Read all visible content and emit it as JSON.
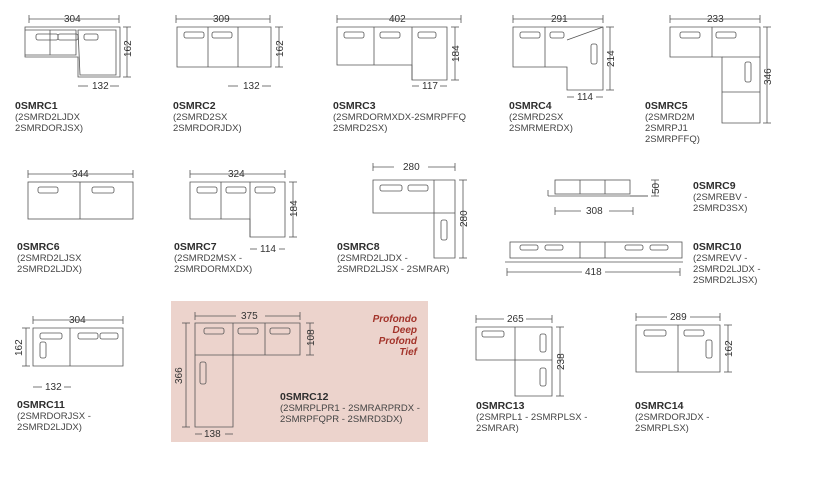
{
  "highlight_note": [
    "Profondo",
    "Deep",
    "Profond",
    "Tief"
  ],
  "items": [
    {
      "code": "0SMRC1",
      "parts": [
        "(2SMRD2LJDX",
        "2SMRDORJSX)"
      ],
      "dims": [
        "304",
        "162",
        "132"
      ]
    },
    {
      "code": "0SMRC2",
      "parts": [
        "(2SMRD2SX",
        "2SMRDORJDX)"
      ],
      "dims": [
        "309",
        "162",
        "132"
      ]
    },
    {
      "code": "0SMRC3",
      "parts": [
        "(2SMRDORMXDX-2SMRPFFQ",
        "2SMRD2SX)"
      ],
      "dims": [
        "402",
        "184",
        "117"
      ]
    },
    {
      "code": "0SMRC4",
      "parts": [
        "(2SMRD2SX",
        "2SMRMERDX)"
      ],
      "dims": [
        "291",
        "214",
        "114"
      ]
    },
    {
      "code": "0SMRC5",
      "parts": [
        "(2SMRD2M",
        "2SMRPJ1",
        "2SMRPFFQ)"
      ],
      "dims": [
        "233",
        "346"
      ]
    },
    {
      "code": "0SMRC6",
      "parts": [
        "(2SMRD2LJSX",
        "2SMRD2LJDX)"
      ],
      "dims": [
        "344"
      ]
    },
    {
      "code": "0SMRC7",
      "parts": [
        "(2SMRD2MSX -",
        "2SMRDORMXDX)"
      ],
      "dims": [
        "324",
        "184",
        "114"
      ]
    },
    {
      "code": "0SMRC8",
      "parts": [
        "(2SMRD2LJDX -",
        "2SMRD2LJSX - 2SMRAR)"
      ],
      "dims": [
        "280",
        "280"
      ]
    },
    {
      "code": "0SMRC9",
      "parts": [
        "(2SMREBV -",
        "2SMRD3SX)"
      ],
      "dims": [
        "308",
        "50"
      ]
    },
    {
      "code": "0SMRC10",
      "parts": [
        "(2SMREVV -",
        "2SMRD2LJDX -",
        "2SMRD2LJSX)"
      ],
      "dims": [
        "418"
      ]
    },
    {
      "code": "0SMRC11",
      "parts": [
        "(2SMRDORJSX -",
        "2SMRD2LJDX)"
      ],
      "dims": [
        "304",
        "162",
        "132"
      ]
    },
    {
      "code": "0SMRC12",
      "parts": [
        "(2SMRPLPR1 - 2SMRARPRDX -",
        "2SMRPFQPR - 2SMRD3DX)"
      ],
      "dims": [
        "375",
        "108",
        "366",
        "138"
      ]
    },
    {
      "code": "0SMRC13",
      "parts": [
        "(2SMRPL1 - 2SMRPLSX -",
        "2SMRAR)"
      ],
      "dims": [
        "265",
        "238"
      ]
    },
    {
      "code": "0SMRC14",
      "parts": [
        "(2SMRDORJDX -",
        "2SMRPLSX)"
      ],
      "dims": [
        "289",
        "162"
      ]
    }
  ],
  "colors": {
    "line": "#555555",
    "highlight": "#ecd3cc",
    "note": "#a3342b"
  }
}
